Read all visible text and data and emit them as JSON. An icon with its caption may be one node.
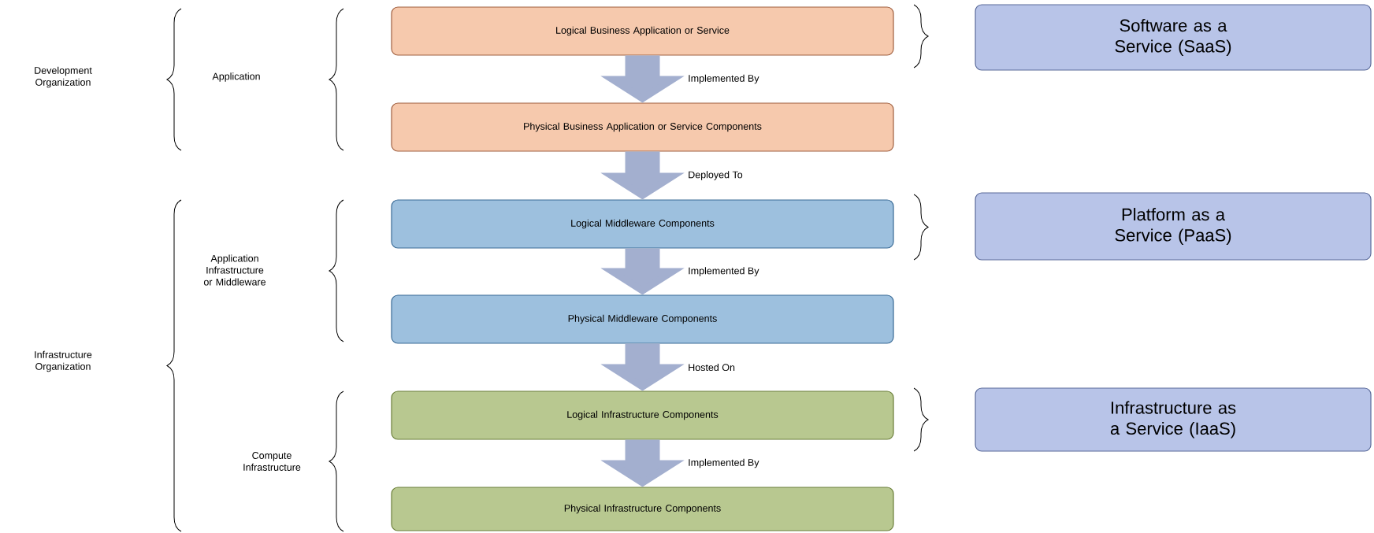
{
  "diagram": {
    "nodes": [
      {
        "text": [
          "Logical Business Application or Service"
        ]
      },
      {
        "text": [
          "Physical Business Application or Service Components"
        ]
      },
      {
        "text": [
          "Logical Middleware Components"
        ]
      },
      {
        "text": [
          "Physical Middleware Components"
        ]
      },
      {
        "text": [
          "Logical Infrastructure Components"
        ]
      },
      {
        "text": [
          "Physical Infrastructure Components"
        ]
      },
      {
        "text": [
          "Software as a Service (SaaS)"
        ]
      },
      {
        "text": [
          "Platform as a Service (PaaS)"
        ]
      },
      {
        "text": [
          "Infrastructure as a Service (IaaS)"
        ]
      }
    ],
    "edges": [
      {
        "from": 0,
        "to": 1,
        "arrow": "to",
        "label": "Implemented By"
      },
      {
        "from": 1,
        "to": 2,
        "arrow": "to",
        "label": "Deployed To"
      },
      {
        "from": 2,
        "to": 3,
        "arrow": "to",
        "label": "Implemented By"
      },
      {
        "from": 3,
        "to": 4,
        "arrow": "to",
        "label": "Hosted On"
      },
      {
        "from": 4,
        "to": 5,
        "arrow": "to",
        "label": "Implemented By"
      }
    ],
    "labels": [
      "Development Organization",
      "Application",
      "Application Infrastructure or Middleware",
      "Infrastructure Organization",
      "Compute Infrastructure"
    ]
  }
}
